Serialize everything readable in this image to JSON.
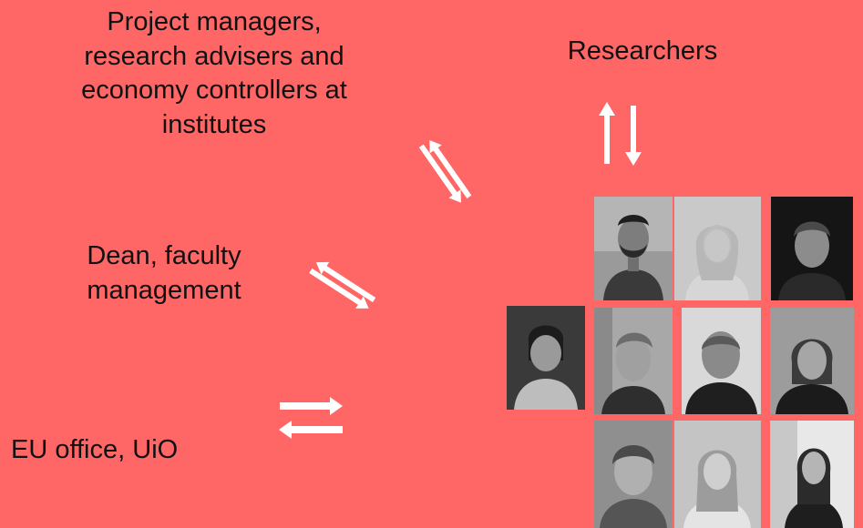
{
  "labels": {
    "project_managers": [
      "Project managers,",
      "research advisers and",
      "economy controllers at",
      "institutes"
    ],
    "researchers": "Researchers",
    "dean": [
      "Dean, faculty",
      "management"
    ],
    "eu_office": "EU office, UiO"
  },
  "arrow_icons": [
    "double-arrow-vertical-icon",
    "double-arrow-diagonal-icon",
    "double-arrow-diagonal-icon",
    "double-arrow-horizontal-icon"
  ],
  "photo_grid": {
    "count": 10,
    "style": "black-and-white portraits"
  },
  "colors": {
    "background": "#ff6666",
    "arrow": "#ffffff",
    "text": "#111111"
  }
}
